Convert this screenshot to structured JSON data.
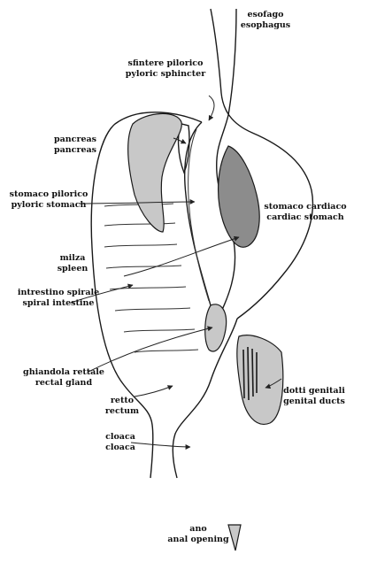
{
  "labels": {
    "esophagus": [
      "esofago",
      "esophagus"
    ],
    "pyloric_sphincter": [
      "sfintere pilorico",
      "pyloric sphincter"
    ],
    "pancreas": [
      "pancreas",
      "pancreas"
    ],
    "pyloric_stomach": [
      "stomaco pilorico",
      "pyloric stomach"
    ],
    "cardiac_stomach": [
      "stomaco cardiaco",
      "cardiac stomach"
    ],
    "spleen": [
      "milza",
      "spleen"
    ],
    "spiral_intestine": [
      "intrestino spirale",
      "spiral intestine"
    ],
    "rectal_gland": [
      "ghiandola rettale",
      "rectal gland"
    ],
    "rectum": [
      "retto",
      "rectum"
    ],
    "genital_ducts": [
      "dotti genitali",
      "genital ducts"
    ],
    "cloaca": [
      "cloaca",
      "cloaca"
    ],
    "anal_opening": [
      "ano",
      "anal opening"
    ]
  }
}
